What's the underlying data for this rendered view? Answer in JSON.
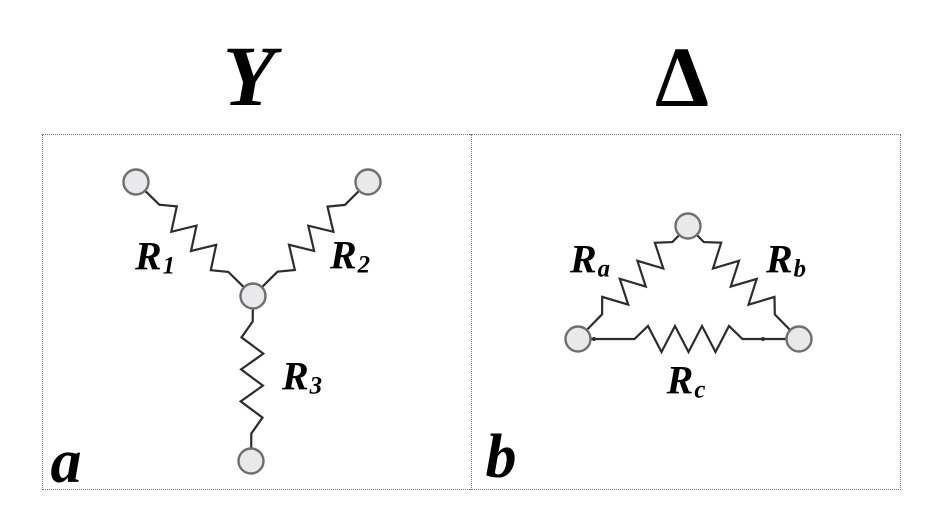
{
  "figure": {
    "left_panel": {
      "title": "Y",
      "corner_label": "a",
      "resistors": [
        {
          "name": "R",
          "sub": "1"
        },
        {
          "name": "R",
          "sub": "2"
        },
        {
          "name": "R",
          "sub": "3"
        }
      ]
    },
    "right_panel": {
      "title": "Δ",
      "corner_label": "b",
      "resistors": [
        {
          "name": "R",
          "sub": "a"
        },
        {
          "name": "R",
          "sub": "b"
        },
        {
          "name": "R",
          "sub": "c"
        }
      ]
    },
    "colors": {
      "background": "#ffffff",
      "wire": "#2d2d2d",
      "node_fill": "#e9e9ec",
      "node_stroke": "#6f6f6f",
      "panel_border": "#7a7a7a",
      "text": "#000000"
    }
  }
}
